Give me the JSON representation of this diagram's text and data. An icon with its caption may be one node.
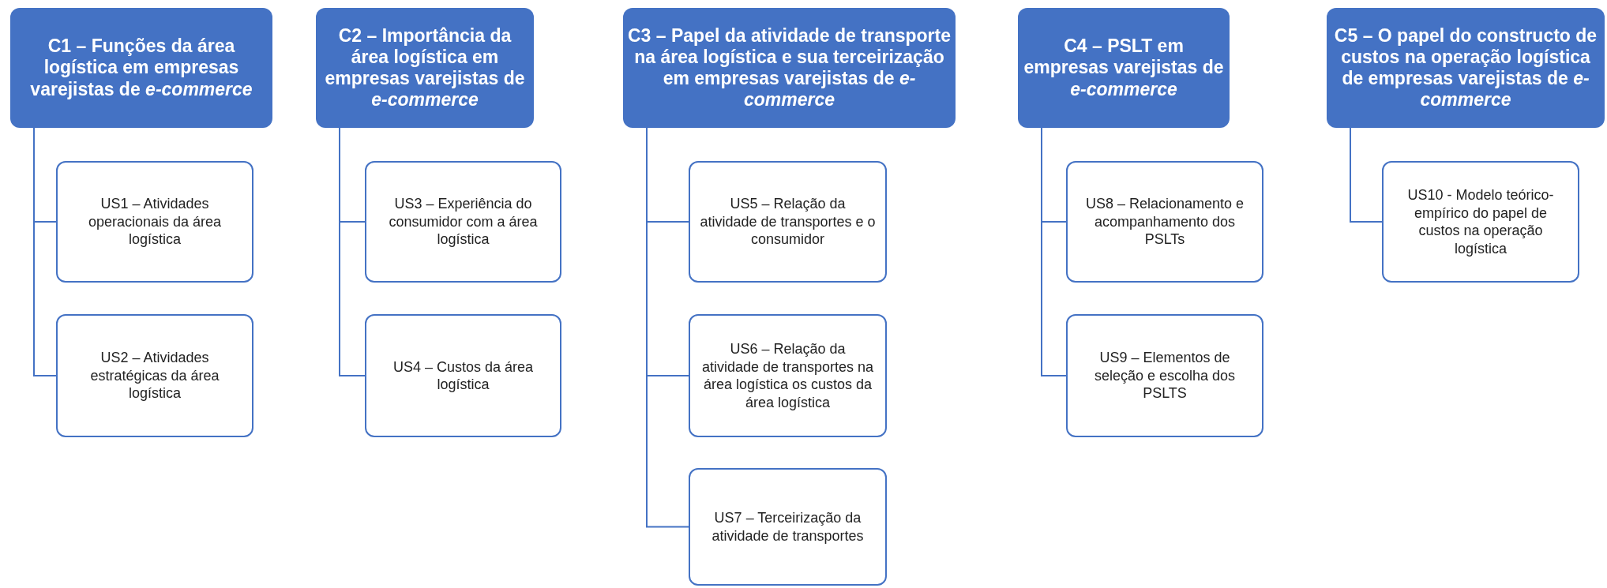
{
  "diagram": {
    "nodes": [
      {
        "text": [
          "C1 – Funções da área logística em empresas varejistas de *e-commerce*"
        ]
      },
      {
        "text": [
          "US1 – Atividades operacionais da área logística"
        ]
      },
      {
        "text": [
          "US2 – Atividades estratégicas da área logística"
        ]
      },
      {
        "text": [
          "C2 – Importância da área logística em empresas varejistas de *e-commerce*"
        ]
      },
      {
        "text": [
          "US3 – Experiência do consumidor com a área logística"
        ]
      },
      {
        "text": [
          "US4 – Custos da área logística"
        ]
      },
      {
        "text": [
          "C3 – Papel da atividade de transporte na área logística e sua terceirização em empresas varejistas de *e-commerce*"
        ]
      },
      {
        "text": [
          "US5 – Relação da atividade de transportes e o consumidor"
        ]
      },
      {
        "text": [
          "US6 – Relação da atividade de transportes na área logística os custos da área logística"
        ]
      },
      {
        "text": [
          "US7 – Terceirização da atividade de transportes"
        ]
      },
      {
        "text": [
          "C4 – PSLT em empresas varejistas de *e-commerce*"
        ]
      },
      {
        "text": [
          "US8 – Relacionamento e acompanhamento dos PSLTs"
        ]
      },
      {
        "text": [
          "US9 – Elementos de seleção e escolha dos PSLTS"
        ]
      },
      {
        "text": [
          "C5 – O papel do constructo de custos na operação logística de empresas varejistas de *e-commerce*"
        ]
      },
      {
        "text": [
          "US10 - Modelo teórico-empírico do papel de custos na operação logística"
        ]
      }
    ],
    "edges": [
      {
        "from": 0,
        "to": 1,
        "arrow": "none"
      },
      {
        "from": 0,
        "to": 2,
        "arrow": "none"
      },
      {
        "from": 3,
        "to": 4,
        "arrow": "none"
      },
      {
        "from": 3,
        "to": 5,
        "arrow": "none"
      },
      {
        "from": 6,
        "to": 7,
        "arrow": "none"
      },
      {
        "from": 6,
        "to": 8,
        "arrow": "none"
      },
      {
        "from": 6,
        "to": 9,
        "arrow": "none"
      },
      {
        "from": 10,
        "to": 11,
        "arrow": "none"
      },
      {
        "from": 10,
        "to": 12,
        "arrow": "none"
      },
      {
        "from": 13,
        "to": 14,
        "arrow": "none"
      }
    ]
  }
}
